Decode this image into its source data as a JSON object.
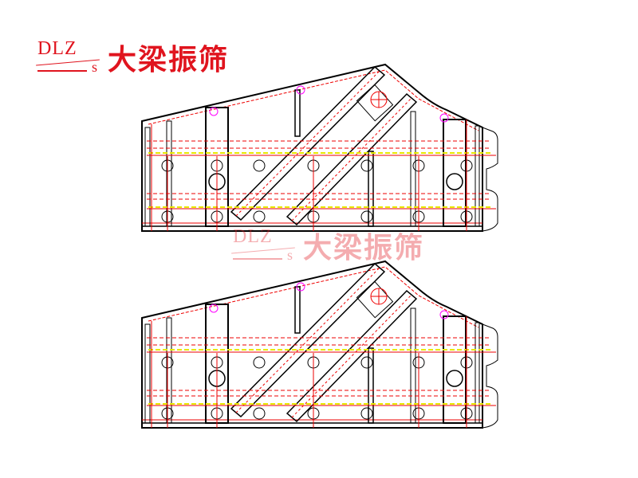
{
  "logo": {
    "latin": "DLZ",
    "suffix": "s",
    "chinese": "大梁振筛"
  },
  "watermark": {
    "latin": "DLZ",
    "suffix": "s",
    "chinese": "大梁振筛"
  },
  "colors": {
    "brand": "#e0141e",
    "line": "#000000",
    "dimension": "#ff0000",
    "centerline": "#e8e800",
    "marker": "#ff00ff"
  }
}
